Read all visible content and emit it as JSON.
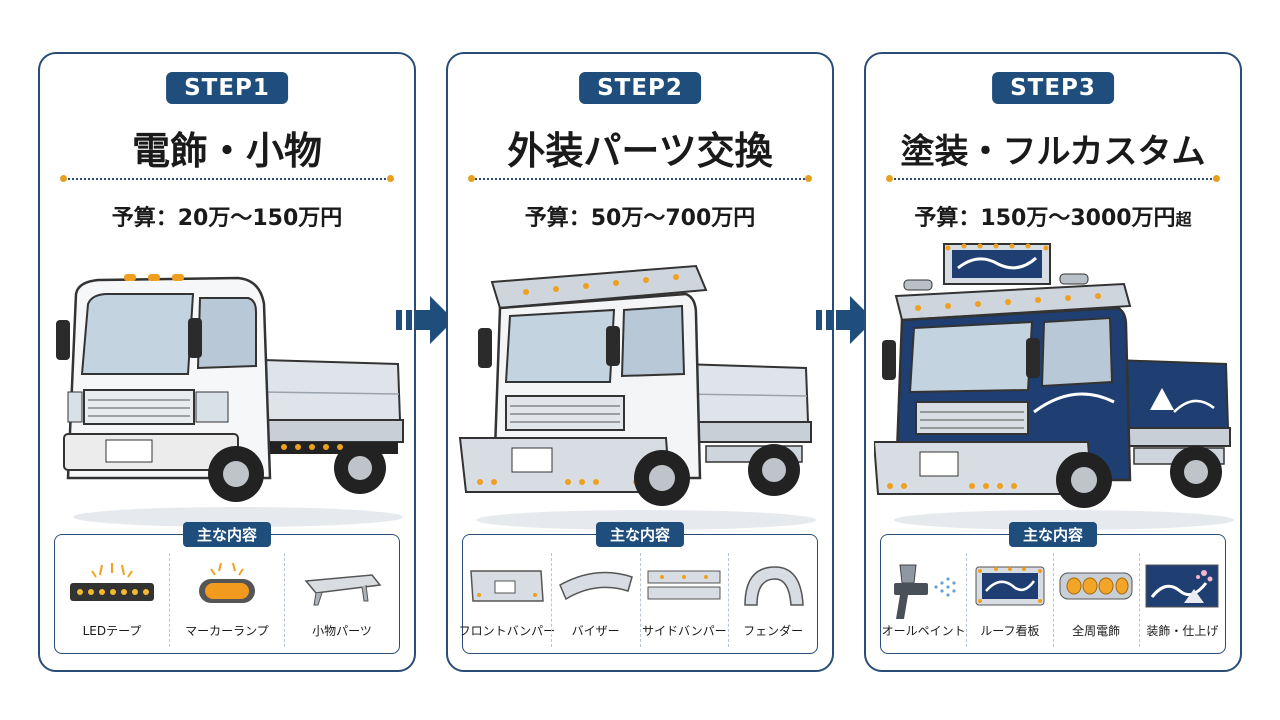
{
  "colors": {
    "navy": "#1f4e7d",
    "amber": "#e6a020",
    "truck_blue": "#1f3f73"
  },
  "steps": [
    {
      "badge": "STEP1",
      "title": "電飾・小物",
      "budget": "予算：20万～150万円",
      "budget_suffix": "",
      "section_label": "主な内容",
      "items": [
        {
          "label": "LEDテープ",
          "icon": "led-tape-icon"
        },
        {
          "label": "マーカーランプ",
          "icon": "marker-lamp-icon"
        },
        {
          "label": "小物パーツ",
          "icon": "small-parts-icon"
        }
      ]
    },
    {
      "badge": "STEP2",
      "title": "外装パーツ交換",
      "budget": "予算：50万～700万円",
      "budget_suffix": "",
      "section_label": "主な内容",
      "items": [
        {
          "label": "フロントバンパー",
          "icon": "front-bumper-icon"
        },
        {
          "label": "バイザー",
          "icon": "visor-icon"
        },
        {
          "label": "サイドバンパー",
          "icon": "side-bumper-icon"
        },
        {
          "label": "フェンダー",
          "icon": "fender-icon"
        }
      ]
    },
    {
      "badge": "STEP3",
      "title": "塗装・フルカスタム",
      "budget": "予算：150万～3000万円",
      "budget_suffix": "超",
      "section_label": "主な内容",
      "items": [
        {
          "label": "オールペイント",
          "icon": "spray-gun-icon"
        },
        {
          "label": "ルーフ看板",
          "icon": "roof-sign-icon"
        },
        {
          "label": "全周電飾",
          "icon": "full-lights-icon"
        },
        {
          "label": "装飾・仕上げ",
          "icon": "decoration-icon"
        }
      ]
    }
  ]
}
